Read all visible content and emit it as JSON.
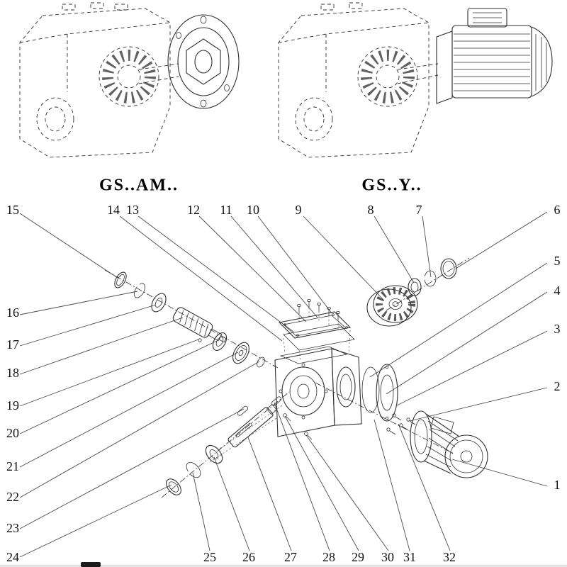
{
  "titles": {
    "left": "GS..AM..",
    "right": "GS..Y.."
  },
  "callouts": [
    "1",
    "2",
    "3",
    "4",
    "5",
    "6",
    "7",
    "8",
    "9",
    "10",
    "11",
    "12",
    "13",
    "14",
    "15",
    "16",
    "17",
    "18",
    "19",
    "20",
    "21",
    "22",
    "23",
    "24",
    "25",
    "26",
    "27",
    "28",
    "29",
    "30",
    "31",
    "32"
  ],
  "colors": {
    "line": "#2f2f2f",
    "leader": "#4a4a4a",
    "background": "#ffffff"
  },
  "diagram": {
    "type": "exploded-parts-diagram",
    "subject_left": "gear reducer with input flange (AM variant)",
    "subject_right": "gear reducer with motor (Y variant)",
    "part_count": 32
  }
}
